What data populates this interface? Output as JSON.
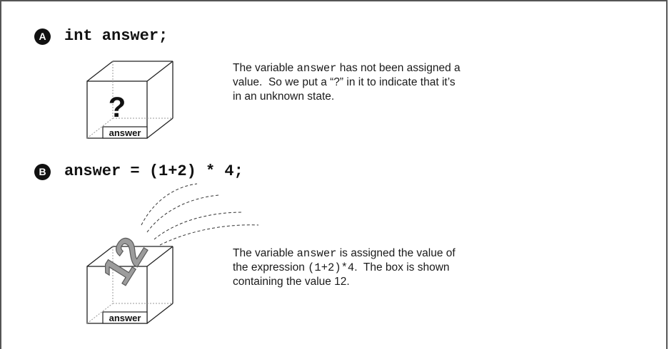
{
  "step_a": {
    "badge": "A",
    "code": "int answer;",
    "box_label": "answer",
    "box_content": "?",
    "caption_pre": "The variable ",
    "caption_var": "answer",
    "caption_mid": " has not been assigned a",
    "caption_line2": "value.  So we put a “?” in it to indicate that it’s",
    "caption_line3": "in an unknown state."
  },
  "step_b": {
    "badge": "B",
    "code": "answer = (1+2) * 4;",
    "box_label": "answer",
    "value": "12",
    "caption_pre": "The variable ",
    "caption_var": "answer",
    "caption_mid": " is assigned the value of",
    "caption_line2_pre": "the expression ",
    "caption_expr": "(1+2)*4",
    "caption_line2_post": ".  The box is shown",
    "caption_line3": "containing the value 12."
  },
  "colors": {
    "line": "#222222",
    "dashed_edges": "#9a9a9a",
    "number_fill": "#9c9c9c",
    "number_edge": "#5a5a5a"
  }
}
